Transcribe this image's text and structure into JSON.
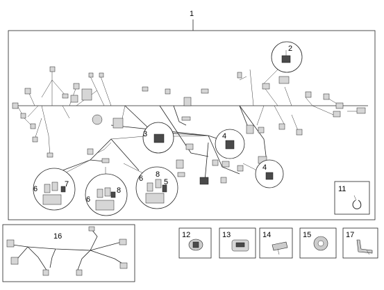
{
  "labels": {
    "l1": "1",
    "l2": "2",
    "l3": "3",
    "l4a": "4",
    "l4b": "4",
    "l5": "5",
    "l6a": "6",
    "l6b": "6",
    "l6c": "6",
    "l7": "7",
    "l8a": "8",
    "l8b": "8",
    "l11": "11",
    "l12": "12",
    "l13": "13",
    "l14": "14",
    "l15": "15",
    "l16": "16",
    "l17": "17"
  }
}
